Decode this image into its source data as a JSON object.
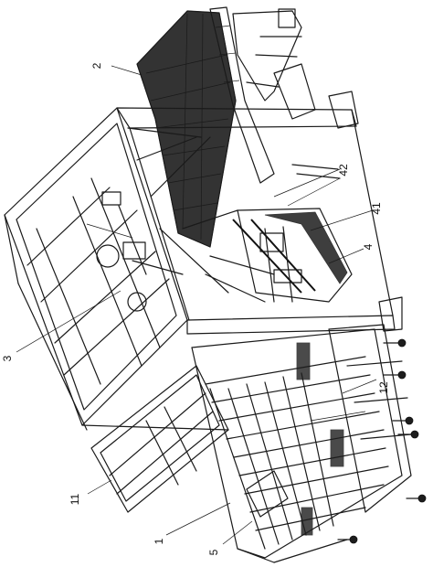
{
  "figure": {
    "labels": [
      {
        "id": "ref-2",
        "text": "2"
      },
      {
        "id": "ref-42",
        "text": "42"
      },
      {
        "id": "ref-41",
        "text": "41"
      },
      {
        "id": "ref-4",
        "text": "4"
      },
      {
        "id": "ref-3",
        "text": "3"
      },
      {
        "id": "ref-12",
        "text": "12"
      },
      {
        "id": "ref-11",
        "text": "11"
      },
      {
        "id": "ref-1",
        "text": "1"
      },
      {
        "id": "ref-5",
        "text": "5"
      }
    ]
  }
}
